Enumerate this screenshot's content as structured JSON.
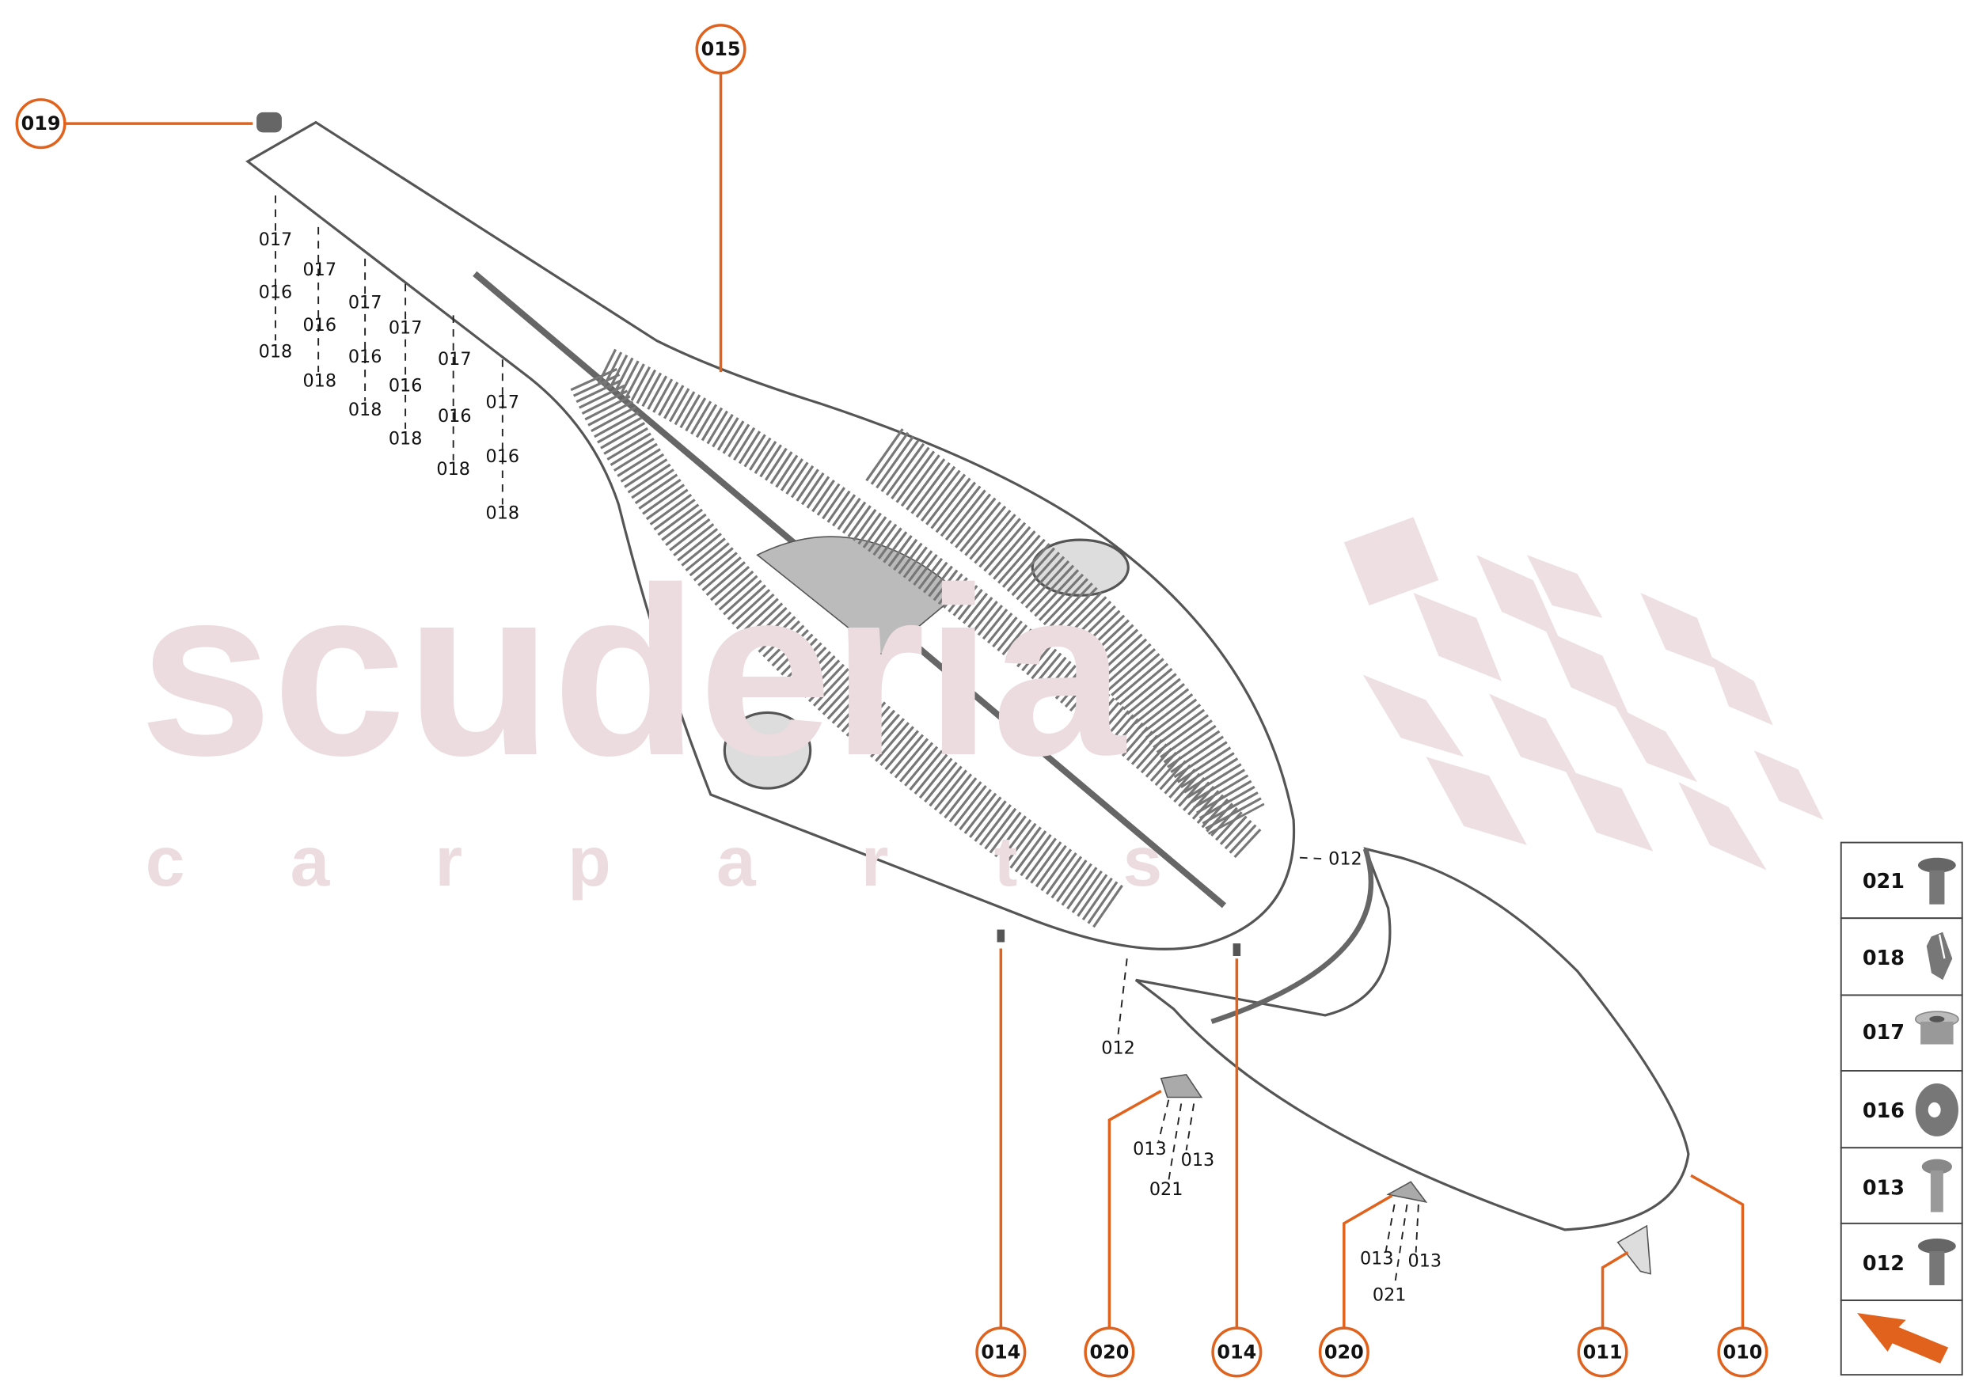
{
  "watermark": {
    "line1": "scuderia",
    "line2": "c a r p a r t s"
  },
  "colors": {
    "accent": "#e0621c",
    "watermark": "#ecdcdf",
    "outline": "#555555"
  },
  "callouts": [
    {
      "label": "019"
    },
    {
      "label": "015"
    },
    {
      "label": "014"
    },
    {
      "label": "020"
    },
    {
      "label": "014"
    },
    {
      "label": "020"
    },
    {
      "label": "011"
    },
    {
      "label": "010"
    }
  ],
  "fastener_labels": {
    "col1": [
      "017",
      "016",
      "018"
    ],
    "col2": [
      "017",
      "016",
      "018"
    ],
    "col3": [
      "017",
      "016",
      "018"
    ],
    "col4": [
      "017",
      "016",
      "018"
    ],
    "col5": [
      "017",
      "016",
      "018"
    ],
    "col6": [
      "017",
      "016",
      "018"
    ],
    "others": [
      "012",
      "012",
      "013",
      "013",
      "021",
      "013",
      "013",
      "021"
    ]
  },
  "legend": [
    {
      "label": "021",
      "icon": "flange-screw-icon"
    },
    {
      "label": "018",
      "icon": "clip-icon"
    },
    {
      "label": "017",
      "icon": "flange-nut-icon"
    },
    {
      "label": "016",
      "icon": "washer-icon"
    },
    {
      "label": "013",
      "icon": "screw-icon"
    },
    {
      "label": "012",
      "icon": "flange-screw-icon"
    },
    {
      "label": "",
      "icon": "direction-arrow-icon"
    }
  ]
}
